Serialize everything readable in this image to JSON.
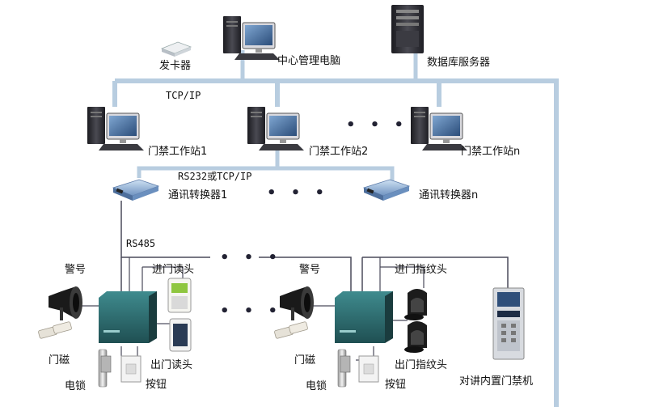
{
  "diagram": {
    "labels": {
      "card_issuer": "发卡器",
      "central_pc": "中心管理电脑",
      "db_server": "数据库服务器",
      "tcpip": "TCP/IP",
      "ws1": "门禁工作站1",
      "ws2": "门禁工作站2",
      "wsn": "门禁工作站n",
      "rs232": "RS232或TCP/IP",
      "conv1": "通讯转换器1",
      "convn": "通讯转换器n",
      "rs485": "RS485",
      "alarm_left": "警号",
      "in_reader": "进门读头",
      "out_reader": "出门读头",
      "door_magnet_left": "门磁",
      "lock_left": "电锁",
      "button_left": "按钮",
      "alarm_right": "警号",
      "in_finger": "进门指纹头",
      "out_finger": "出门指纹头",
      "door_magnet_right": "门磁",
      "lock_right": "电锁",
      "button_right": "按钮",
      "intercom": "对讲内置门禁机"
    },
    "ellipsis": "• • •",
    "colors": {
      "bus": "#b8cde0",
      "line": "#4a4a5a",
      "panel": "#2f6f72",
      "pc_dark": "#2a2a30",
      "screen": "#3a5f8f"
    }
  }
}
